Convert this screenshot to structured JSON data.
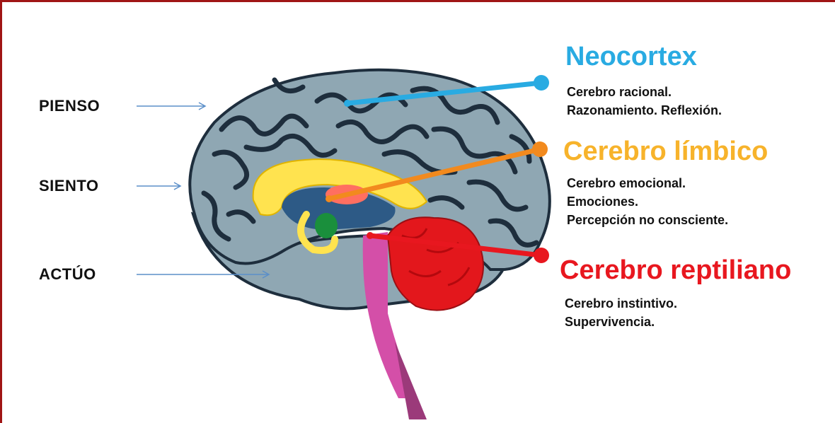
{
  "actions": {
    "think": "PIENSO",
    "feel": "SIENTO",
    "act": "ACTÚO"
  },
  "neocortex": {
    "title": "Neocortex",
    "color": "#29abe2",
    "lines": [
      "Cerebro racional.",
      "Razonamiento. Reflexión."
    ]
  },
  "limbic": {
    "title": "Cerebro límbico",
    "color": "#f7b32b",
    "lines": [
      "Cerebro emocional.",
      "Emociones.",
      "Percepción no consciente."
    ]
  },
  "reptilian": {
    "title": "Cerebro reptiliano",
    "color": "#e8171f",
    "lines": [
      "Cerebro instintivo.",
      "Supervivencia."
    ]
  },
  "colors": {
    "frame": "#a01515",
    "cortex": "#8fa7b3",
    "cortex_dark": "#1e2e3d",
    "cerebellum": "#e3171c",
    "brainstem": "#d44fa8",
    "thalamus": "#ff6f61",
    "amygdala": "#1a8f3c",
    "arrow": "#5b8fc9",
    "limbic_connector": "#f28a1e"
  }
}
